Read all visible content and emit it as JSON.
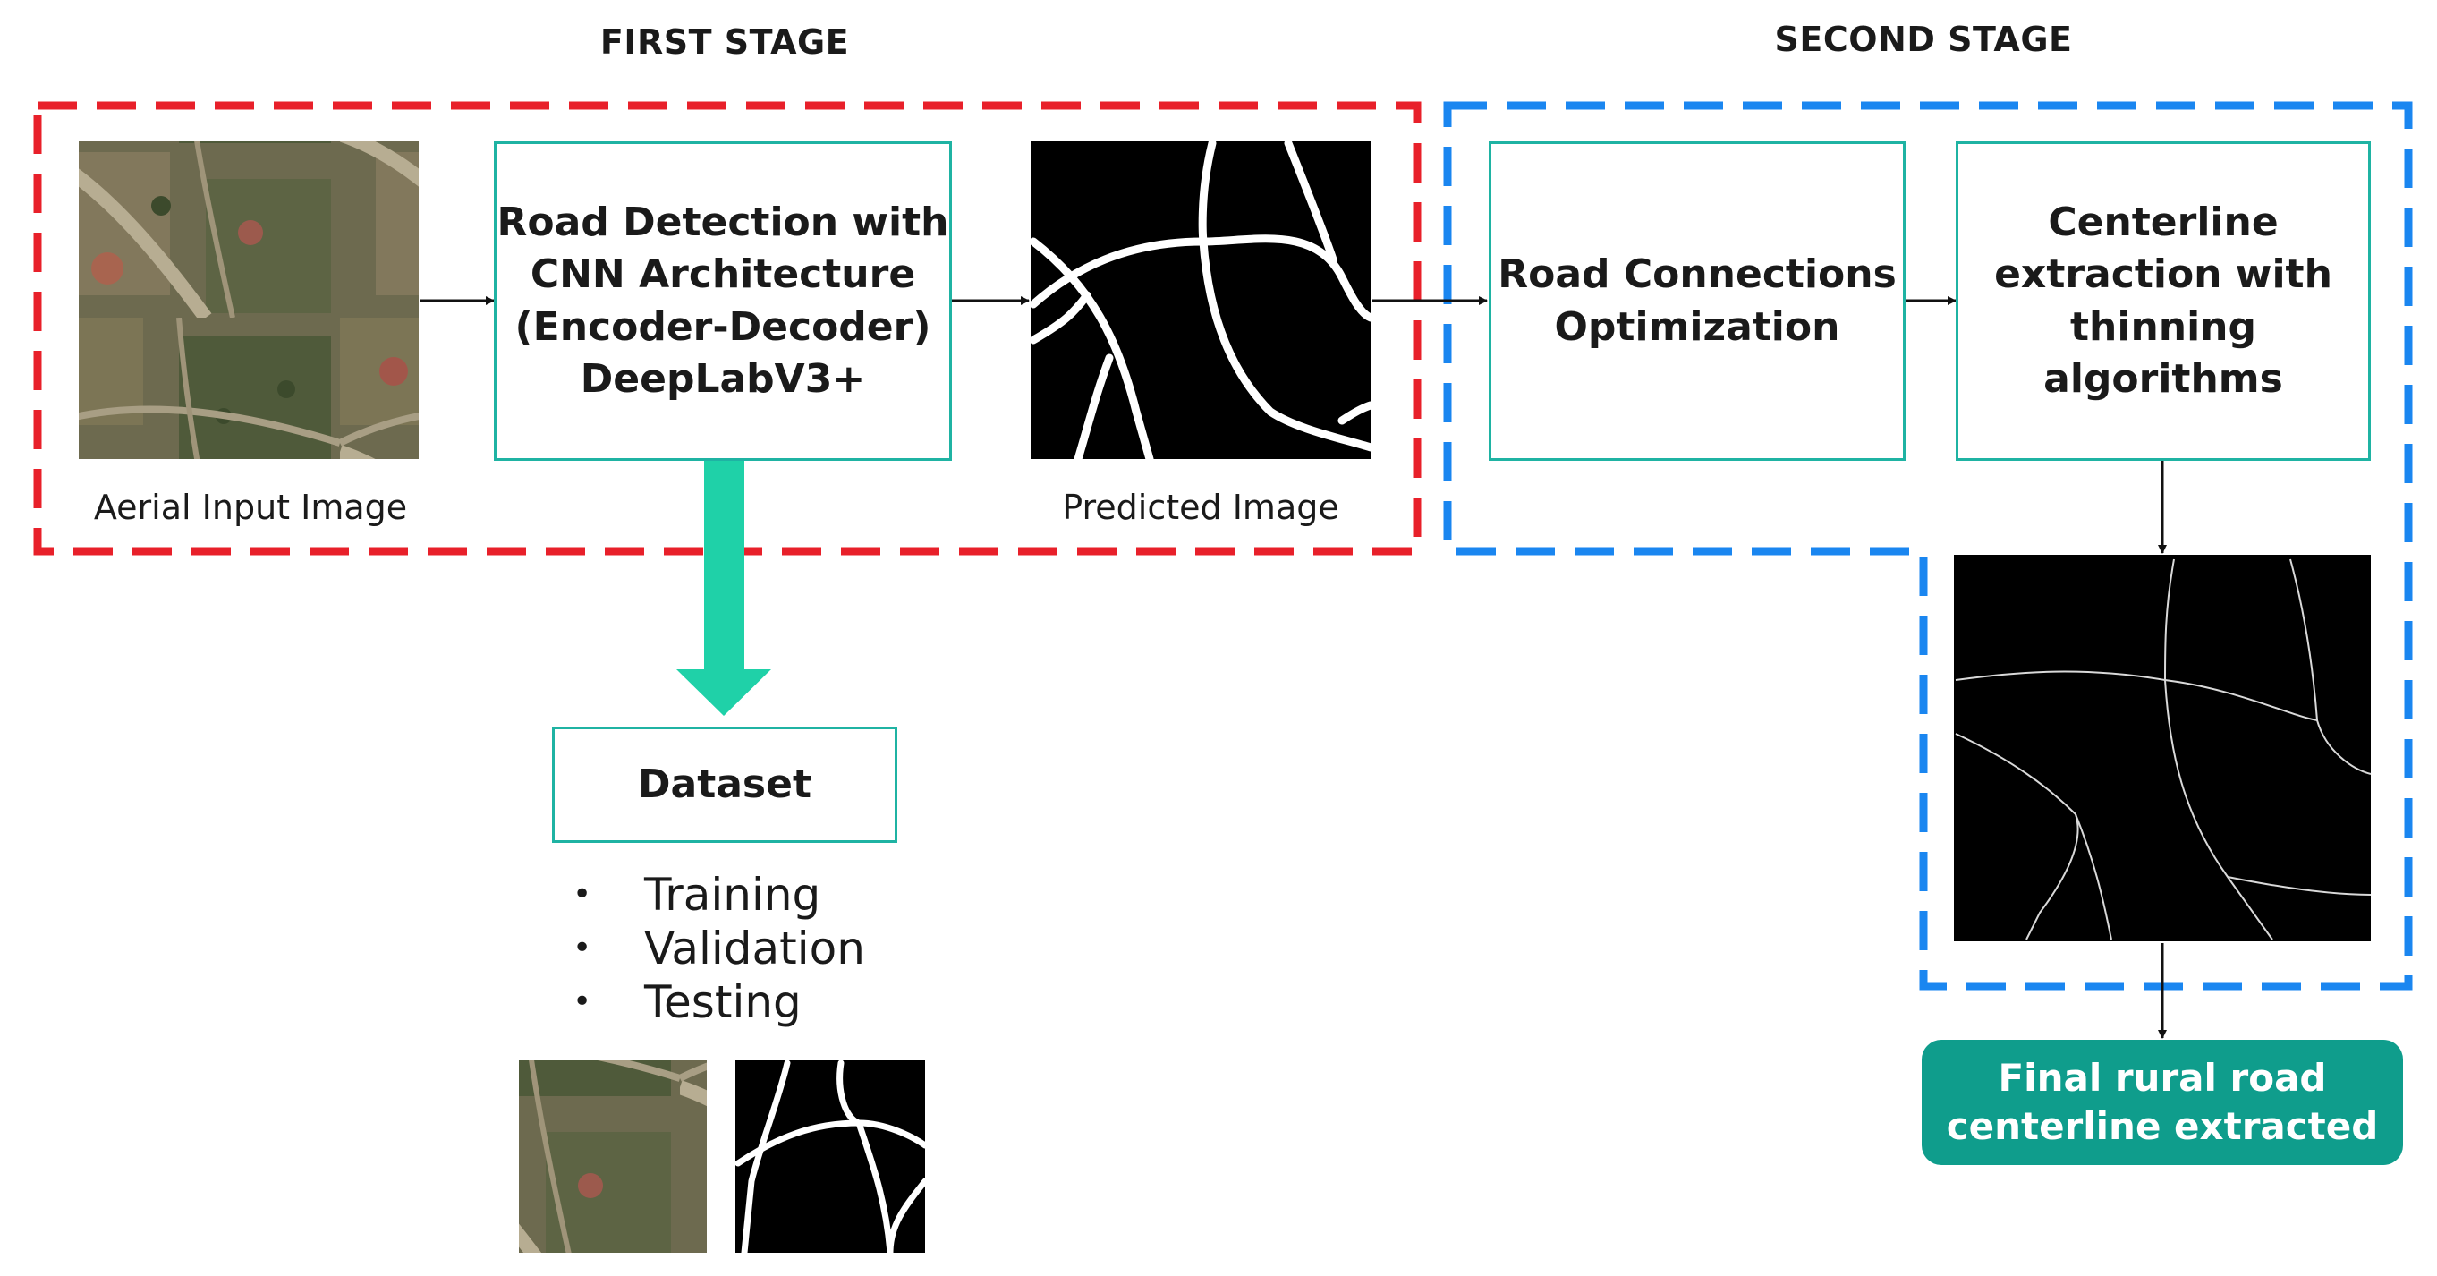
{
  "stages": {
    "first_title": "FIRST STAGE",
    "second_title": "SECOND STAGE"
  },
  "first_stage": {
    "input_caption": "Aerial Input Image",
    "detection_box": "Road Detection with\nCNN Architecture\n(Encoder-Decoder)\nDeepLabV3+",
    "predicted_caption": "Predicted Image"
  },
  "second_stage": {
    "optimization_box": "Road Connections\nOptimization",
    "centerline_box": "Centerline\nextraction with\nthinning\nalgorithms"
  },
  "dataset": {
    "box_label": "Dataset",
    "items": [
      "Training",
      "Validation",
      "Testing"
    ],
    "bullet": "•"
  },
  "final_output": "Final rural road\ncenterline  extracted",
  "colors": {
    "first_stage_border": "#e8202a",
    "second_stage_border": "#1a86f0",
    "box_border": "#1fb3a3",
    "dataset_arrow": "#1fd1a8",
    "final_fill": "#0f9d8c",
    "arrow": "#111111"
  },
  "icons": {
    "aerial_image": "aerial-photo",
    "mask_image": "road-mask",
    "centerline_image": "centerline-mask"
  }
}
